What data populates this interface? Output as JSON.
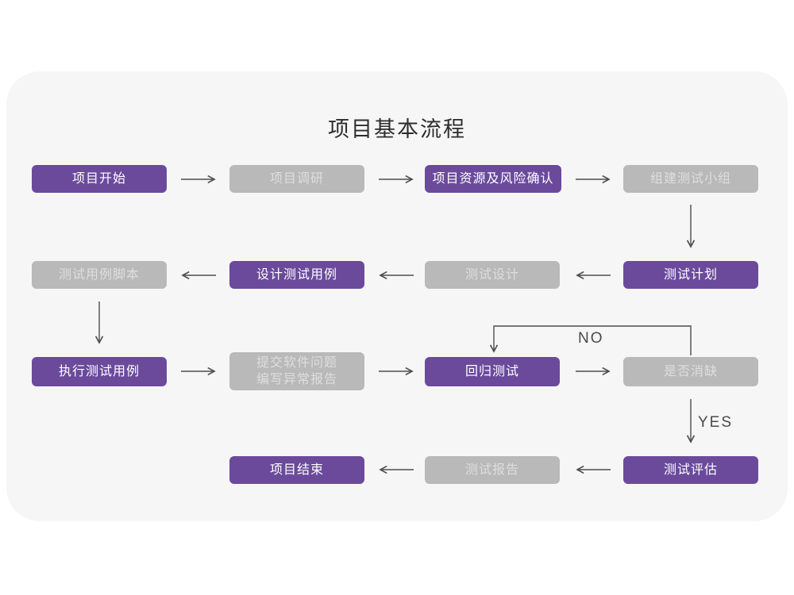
{
  "title": "项目基本流程",
  "nodes": {
    "project_start": {
      "label": "项目开始",
      "color": "purple"
    },
    "project_research": {
      "label": "项目调研",
      "color": "gray"
    },
    "resource_risk": {
      "label": "项目资源及风险确认",
      "color": "purple"
    },
    "build_test_team": {
      "label": "组建测试小组",
      "color": "gray"
    },
    "test_plan": {
      "label": "测试计划",
      "color": "purple"
    },
    "test_design": {
      "label": "测试设计",
      "color": "gray"
    },
    "design_test_cases": {
      "label": "设计测试用例",
      "color": "purple"
    },
    "test_case_script": {
      "label": "测试用例脚本",
      "color": "gray"
    },
    "execute_test_cases": {
      "label": "执行测试用例",
      "color": "purple"
    },
    "submit_issues": {
      "label_line1": "提交软件问题",
      "label_line2": "编写异常报告",
      "color": "gray"
    },
    "regression_test": {
      "label": "回归测试",
      "color": "purple"
    },
    "defect_resolved": {
      "label": "是否消缺",
      "color": "gray"
    },
    "test_evaluation": {
      "label": "测试评估",
      "color": "purple"
    },
    "test_report": {
      "label": "测试报告",
      "color": "gray"
    },
    "project_end": {
      "label": "项目结束",
      "color": "purple"
    }
  },
  "edge_labels": {
    "no": "NO",
    "yes": "YES"
  },
  "colors": {
    "accent_purple": "#6b4a9c",
    "node_gray": "#b9b9b9",
    "card_background": "#f6f6f6",
    "arrow": "#4d4d4d"
  }
}
